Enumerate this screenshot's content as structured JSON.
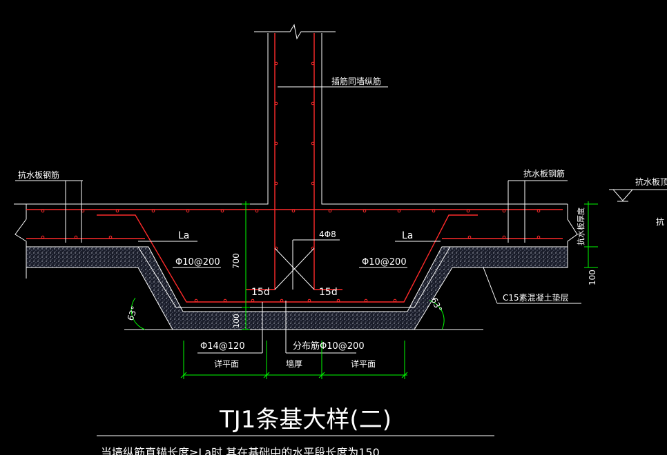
{
  "labels": {
    "rebar_top_left": "抗水板钢筋",
    "rebar_top_right": "抗水板钢筋",
    "top_far_right": "抗水板顶",
    "far_right_cut": "抗",
    "insert_bars": "插筋同墙纵筋",
    "la_left": "La",
    "la_right": "La",
    "bar_4": "4Φ8",
    "stirrup_left": "Φ10@200",
    "stirrup_right": "Φ10@200",
    "hook_left": "15d",
    "hook_right": "15d",
    "bottom_bars": "Φ14@120",
    "dist_bars": "分布筋Φ10@200",
    "pad": "C15素混凝土垫层",
    "slab_thickness": "抗水板厚度",
    "dim_700": "700",
    "dim_100_right": "100",
    "dim_100_bottom": "100",
    "angle_left": "63°",
    "angle_right": "63°",
    "detail_left": "详平面",
    "wall_thickness": "墙厚",
    "detail_right": "详平面",
    "title": "TJ1条基大样(二)",
    "note": "当墙纵筋直锚长度≥La时,其在基础中的水平段长度为150"
  }
}
